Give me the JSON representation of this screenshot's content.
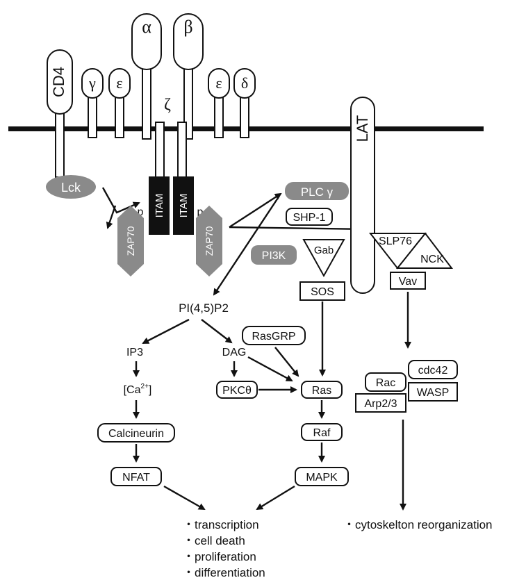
{
  "receptor": {
    "cd4": "CD4",
    "gamma": "γ",
    "epsilon_left": "ε",
    "alpha": "α",
    "beta": "β",
    "epsilon_right": "ε",
    "delta": "δ",
    "zeta": "ζ",
    "itam_left": "ITAM",
    "itam_right": "ITAM",
    "p_left": "p",
    "p_right": "p"
  },
  "kinases": {
    "lck": "Lck",
    "zap70_left": "ZAP70",
    "zap70_right": "ZAP70"
  },
  "adaptors": {
    "lat": "LAT",
    "plc_gamma": "PLC γ",
    "shp1": "SHP-1",
    "pi3k": "PI3K",
    "gab": "Gab",
    "sos": "SOS",
    "slp76": "SLP76",
    "nck": "NCK",
    "vav": "Vav"
  },
  "signaling": {
    "pip2": "PI(4,5)P2",
    "ip3": "IP3",
    "ca_prefix": "[Ca",
    "ca_superscript": "2+",
    "ca_suffix": "]",
    "calcineurin": "Calcineurin",
    "nfat": "NFAT",
    "dag": "DAG",
    "rasgrp": "RasGRP",
    "pkc_theta": "PKCθ",
    "ras": "Ras",
    "raf": "Raf",
    "mapk": "MAPK",
    "rac": "Rac",
    "cdc42": "cdc42",
    "arp23": "Arp2/3",
    "wasp": "WASP"
  },
  "outcomes": {
    "nuclear": [
      "・transcription",
      "・cell death",
      "・proliferation",
      "・differentiation"
    ],
    "cytoskeleton": "・cytoskelton reorganization"
  }
}
